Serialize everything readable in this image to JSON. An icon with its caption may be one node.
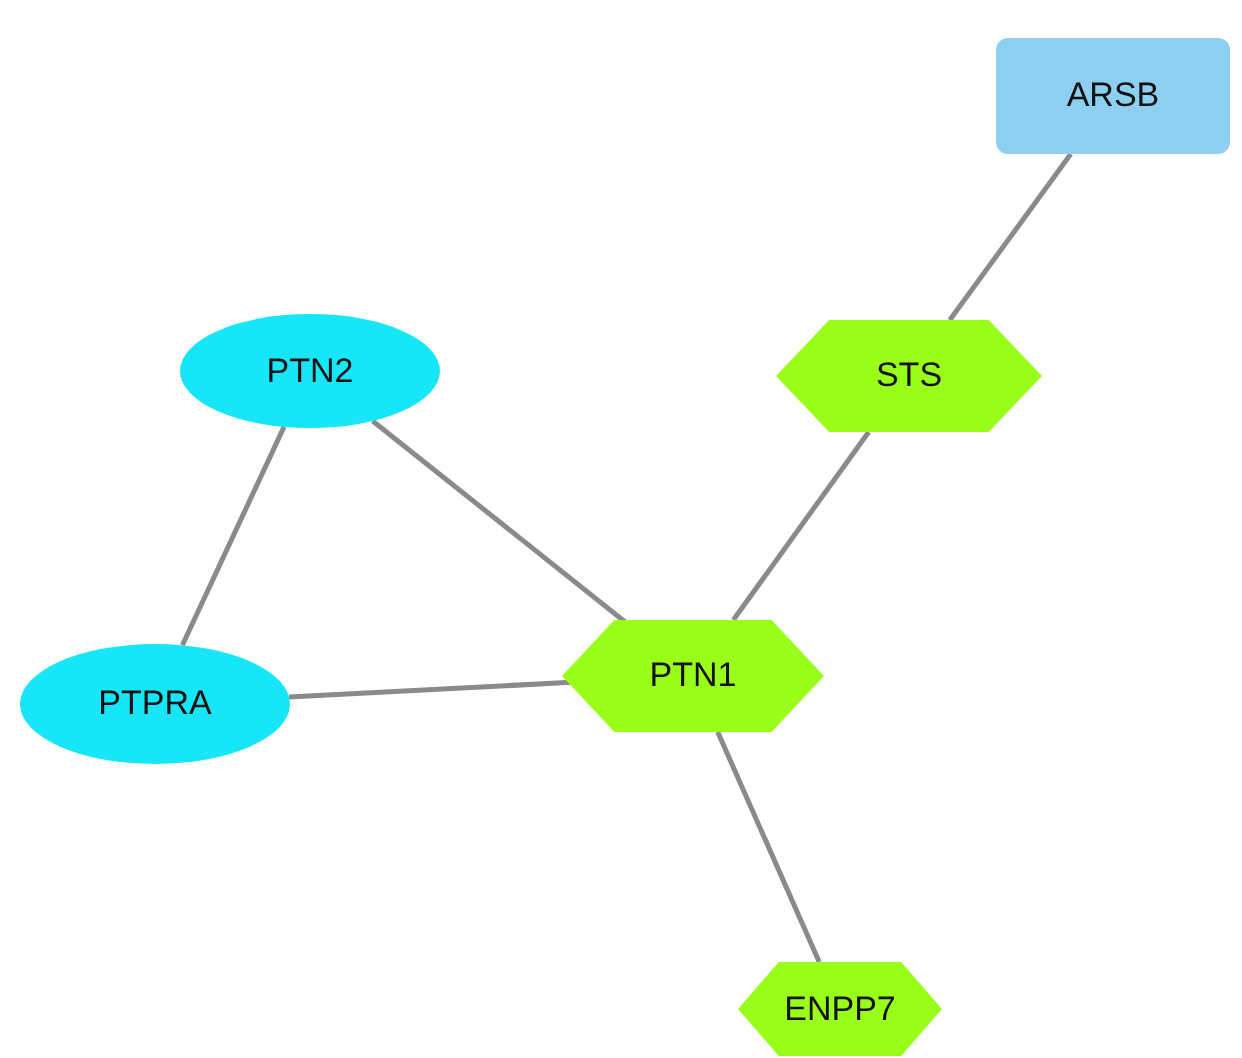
{
  "diagram": {
    "nodes": [
      {
        "text": [
          "ARSB"
        ]
      },
      {
        "text": [
          "PTN2"
        ]
      },
      {
        "text": [
          "STS"
        ]
      },
      {
        "text": [
          "PTPRA"
        ]
      },
      {
        "text": [
          "PTN1"
        ]
      },
      {
        "text": [
          "ENPP7"
        ]
      }
    ],
    "edges": [
      {
        "from": 0,
        "to": 2,
        "arrow": "none"
      },
      {
        "from": 1,
        "to": 3,
        "arrow": "none"
      },
      {
        "from": 1,
        "to": 4,
        "arrow": "none"
      },
      {
        "from": 3,
        "to": 4,
        "arrow": "none"
      },
      {
        "from": 2,
        "to": 4,
        "arrow": "none"
      },
      {
        "from": 4,
        "to": 5,
        "arrow": "none"
      }
    ]
  }
}
